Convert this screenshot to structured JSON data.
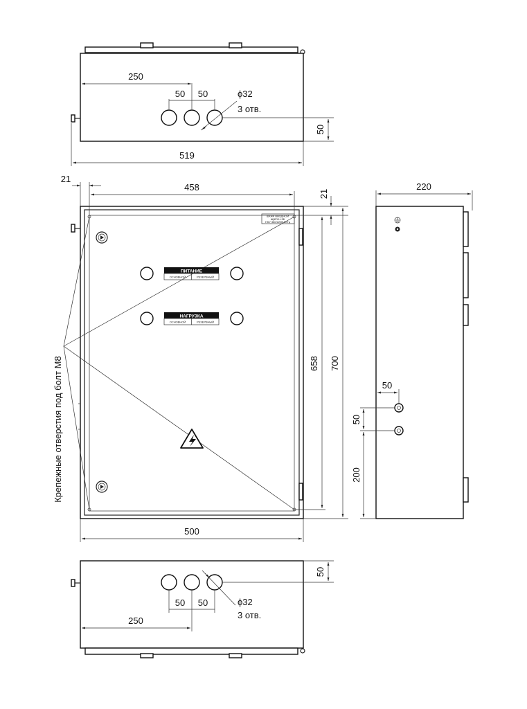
{
  "top_view": {
    "dim_offset": "250",
    "dim_spacing_1": "50",
    "dim_spacing_2": "50",
    "hole_diameter": "ϕ32",
    "hole_count": "3 отв.",
    "dim_depth": "50",
    "dim_total_width": "519"
  },
  "front_view": {
    "dim_margin_left": "21",
    "dim_inner_width": "458",
    "dim_margin_top": "21",
    "dim_inner_height": "658",
    "dim_total_height": "700",
    "dim_total_width": "500",
    "mounting_note": "Крепежные отверстия под болт М8",
    "nameplate_line1": "ШКАФ ВВОДНОЙ",
    "nameplate_line2": "ЩВРУН-3Б",
    "nameplate_line3": "НКУ  380/220В 50Гц",
    "panel_power": {
      "title": "ПИТАНИЕ",
      "left": "ОСНОВНОЙ",
      "right": "РЕЗЕРВНЫЙ"
    },
    "panel_load": {
      "title": "НАГРУЗКА",
      "left": "ОСНОВНОЙ",
      "right": "РЕЗЕРВНЫЙ"
    }
  },
  "side_view": {
    "dim_depth": "220",
    "dim_hole_offset": "50",
    "dim_hole_spacing": "50",
    "dim_bottom": "200"
  },
  "bottom_view": {
    "dim_depth": "50",
    "dim_spacing_1": "50",
    "dim_spacing_2": "50",
    "hole_diameter": "ϕ32",
    "hole_count": "3 отв.",
    "dim_offset": "250"
  },
  "colors": {
    "line": "#222222",
    "label_fill": "#111111",
    "background": "#ffffff"
  }
}
